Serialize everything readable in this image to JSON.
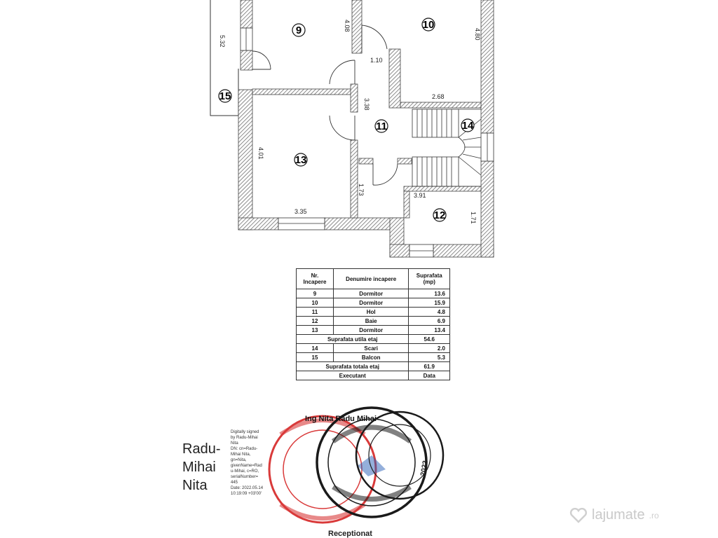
{
  "floorplan": {
    "rooms": [
      {
        "id": "9"
      },
      {
        "id": "10"
      },
      {
        "id": "11"
      },
      {
        "id": "12"
      },
      {
        "id": "13"
      },
      {
        "id": "14"
      },
      {
        "id": "15"
      }
    ],
    "dimensions": {
      "d1": "5.32",
      "d2": "4.08",
      "d3": "1.10",
      "d4": "4.80",
      "d5": "2.68",
      "d6": "3.38",
      "d7": "4.01",
      "d8": "1.73",
      "d9": "3.91",
      "d10": "3.35",
      "d11": "1.71"
    }
  },
  "table": {
    "headers": {
      "nr": "Nr.",
      "nr2": "Incapere",
      "name": "Denumire incapere",
      "area": "Suprafata",
      "unit": "(mp)"
    },
    "rows": [
      {
        "nr": "9",
        "name": "Dormitor",
        "area": "13.6"
      },
      {
        "nr": "10",
        "name": "Dormitor",
        "area": "15.9"
      },
      {
        "nr": "11",
        "name": "Hol",
        "area": "4.8"
      },
      {
        "nr": "12",
        "name": "Baie",
        "area": "6.9"
      },
      {
        "nr": "13",
        "name": "Dormitor",
        "area": "13.4"
      }
    ],
    "utila_label": "Suprafata utila etaj",
    "utila_value": "54.6",
    "rows2": [
      {
        "nr": "14",
        "name": "Scari",
        "area": "2.0"
      },
      {
        "nr": "15",
        "name": "Balcon",
        "area": "5.3"
      }
    ],
    "totala_label": "Suprafata totala etaj",
    "totala_value": "61.9",
    "executant_label": "Executant",
    "date_label": "Data"
  },
  "signature": {
    "line1": "Radu-",
    "line2": "Mihai",
    "line3": "Nita",
    "details": [
      "Digitally signed",
      "by Radu-Mihai",
      "Nita",
      "DN: cn=Radu-",
      "Mihai Nita,",
      "gn=Nita,",
      "givenName=Rad",
      "u-Mihai, c=RO,",
      "serialNumber=",
      "445",
      "Date: 2022.05.14",
      "10:19:09 +03'00'"
    ]
  },
  "stamp": {
    "engineer": "Ing Nita Radu Mihai",
    "year": "2022",
    "reception": "Receptionat"
  },
  "watermark": {
    "brand": "lajumate",
    "tld": ".ro"
  },
  "colors": {
    "wall_hatch": "#7a7a7a",
    "stamp_red": "#d93a3a",
    "stamp_black": "#1a1a1a",
    "stamp_blue": "#2a5fb8"
  }
}
